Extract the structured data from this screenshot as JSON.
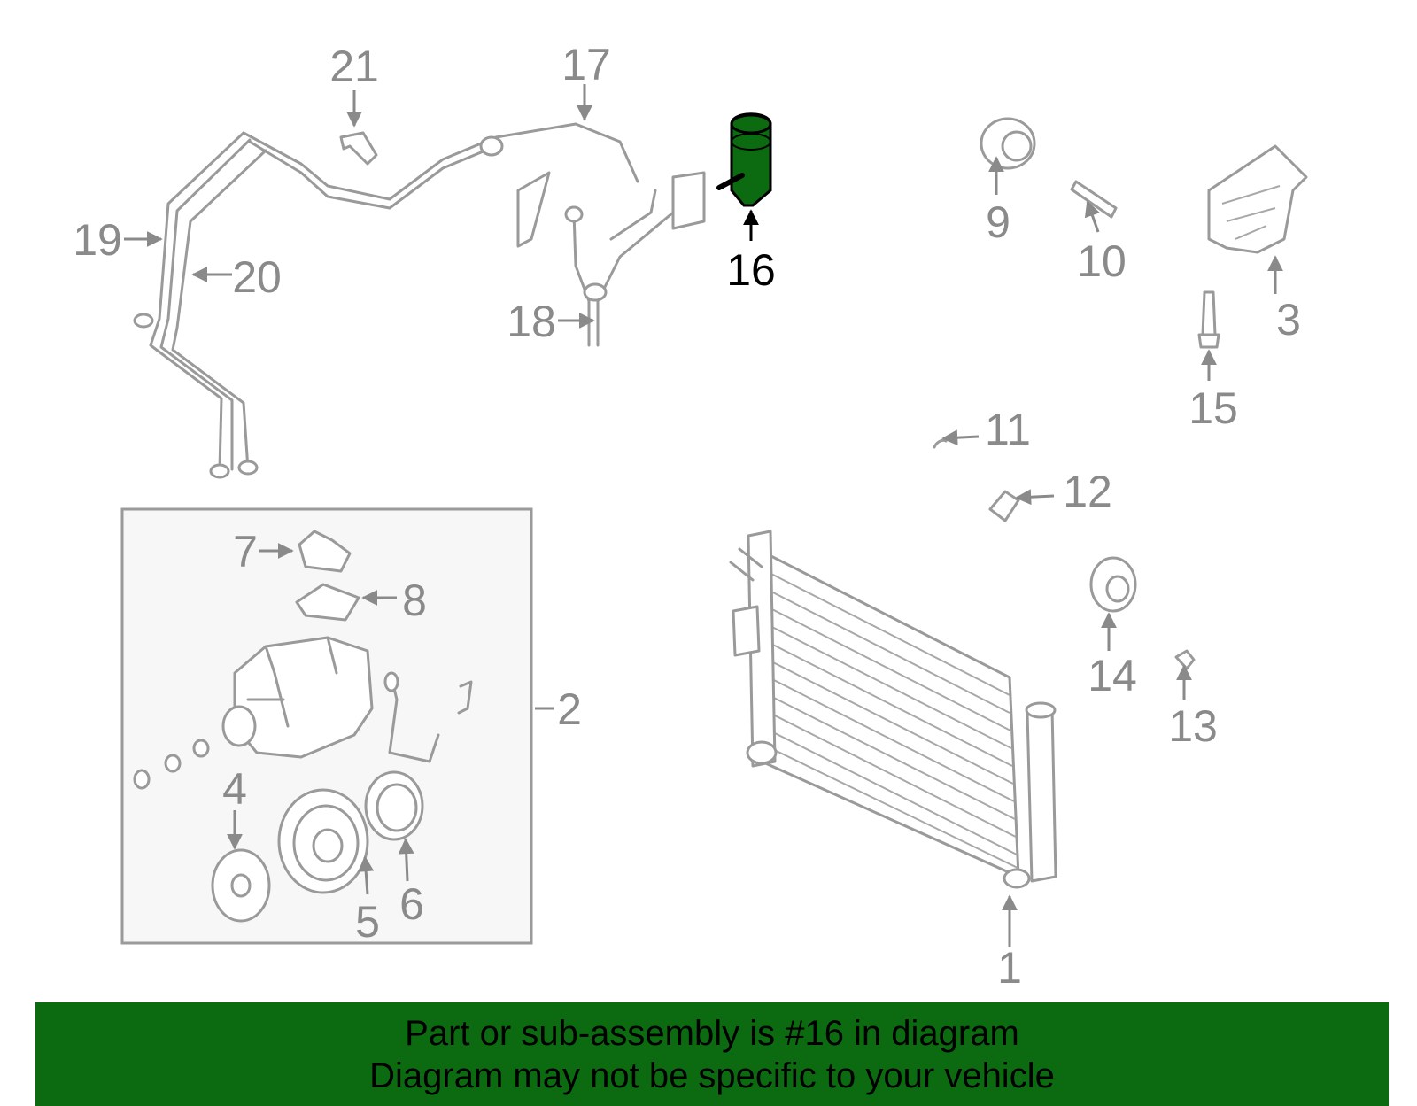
{
  "diagram": {
    "highlight_color": "#0c6b10",
    "highlighted_part": "16",
    "callouts": [
      "1",
      "2",
      "3",
      "4",
      "5",
      "6",
      "7",
      "8",
      "9",
      "10",
      "11",
      "12",
      "13",
      "14",
      "15",
      "16",
      "17",
      "18",
      "19",
      "20",
      "21"
    ]
  },
  "banner": {
    "line1": "Part or sub-assembly is #16 in diagram",
    "line2": "Diagram may not be specific to your vehicle",
    "background": "#0c6b10"
  }
}
